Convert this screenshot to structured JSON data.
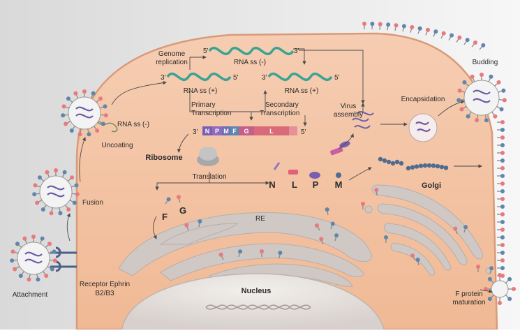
{
  "labels": {
    "attachment": "Attachment",
    "receptor_line1": "Receptor Ephrin",
    "receptor_line2": "B2/B3",
    "fusion": "Fusion",
    "uncoating": "Uncoating",
    "rna_neg_uncoat": "RNA ss (-)",
    "genome_line1": "Genome",
    "genome_line2": "replication",
    "rna_neg_top": "RNA ss (-)",
    "rna_pos_left": "RNA ss (+)",
    "rna_pos_right": "RNA ss (+)",
    "primary_line1": "Primary",
    "primary_line2": "Transcription",
    "secondary_line1": "Secondary",
    "secondary_line2": "Transcription",
    "ribosome": "Ribosome",
    "translation": "Translation",
    "virus_line1": "Virus",
    "virus_line2": "assembly",
    "encapsidation": "Encapsidation",
    "budding": "Budding",
    "golgi": "Golgi",
    "re": "RE",
    "nucleus": "Nucleus",
    "fprot_line1": "F protein",
    "fprot_line2": "maturation",
    "prot_f": "F",
    "prot_g": "G",
    "prot_n": "N",
    "prot_l": "L",
    "prot_p": "P",
    "prot_m": "M",
    "end5_a": "5'",
    "end3_a": "3'",
    "end3_b": "3'",
    "end5_b": "5'",
    "end3_c": "3'",
    "end5_c": "5'",
    "gene_3": "3'",
    "gene_5": "5'"
  },
  "genome_genes": [
    "N",
    "P",
    "M",
    "F",
    "G",
    "L"
  ],
  "colors": {
    "cell": "#f4c6a8",
    "cell_edge": "#c98c6c",
    "glycoprotein_blue": "#5f86ad",
    "glycoprotein_pink": "#e8797f",
    "rna_helix": "#3aa393",
    "organelle": "#c8c2bf",
    "background_left": "#e8e8e8"
  }
}
